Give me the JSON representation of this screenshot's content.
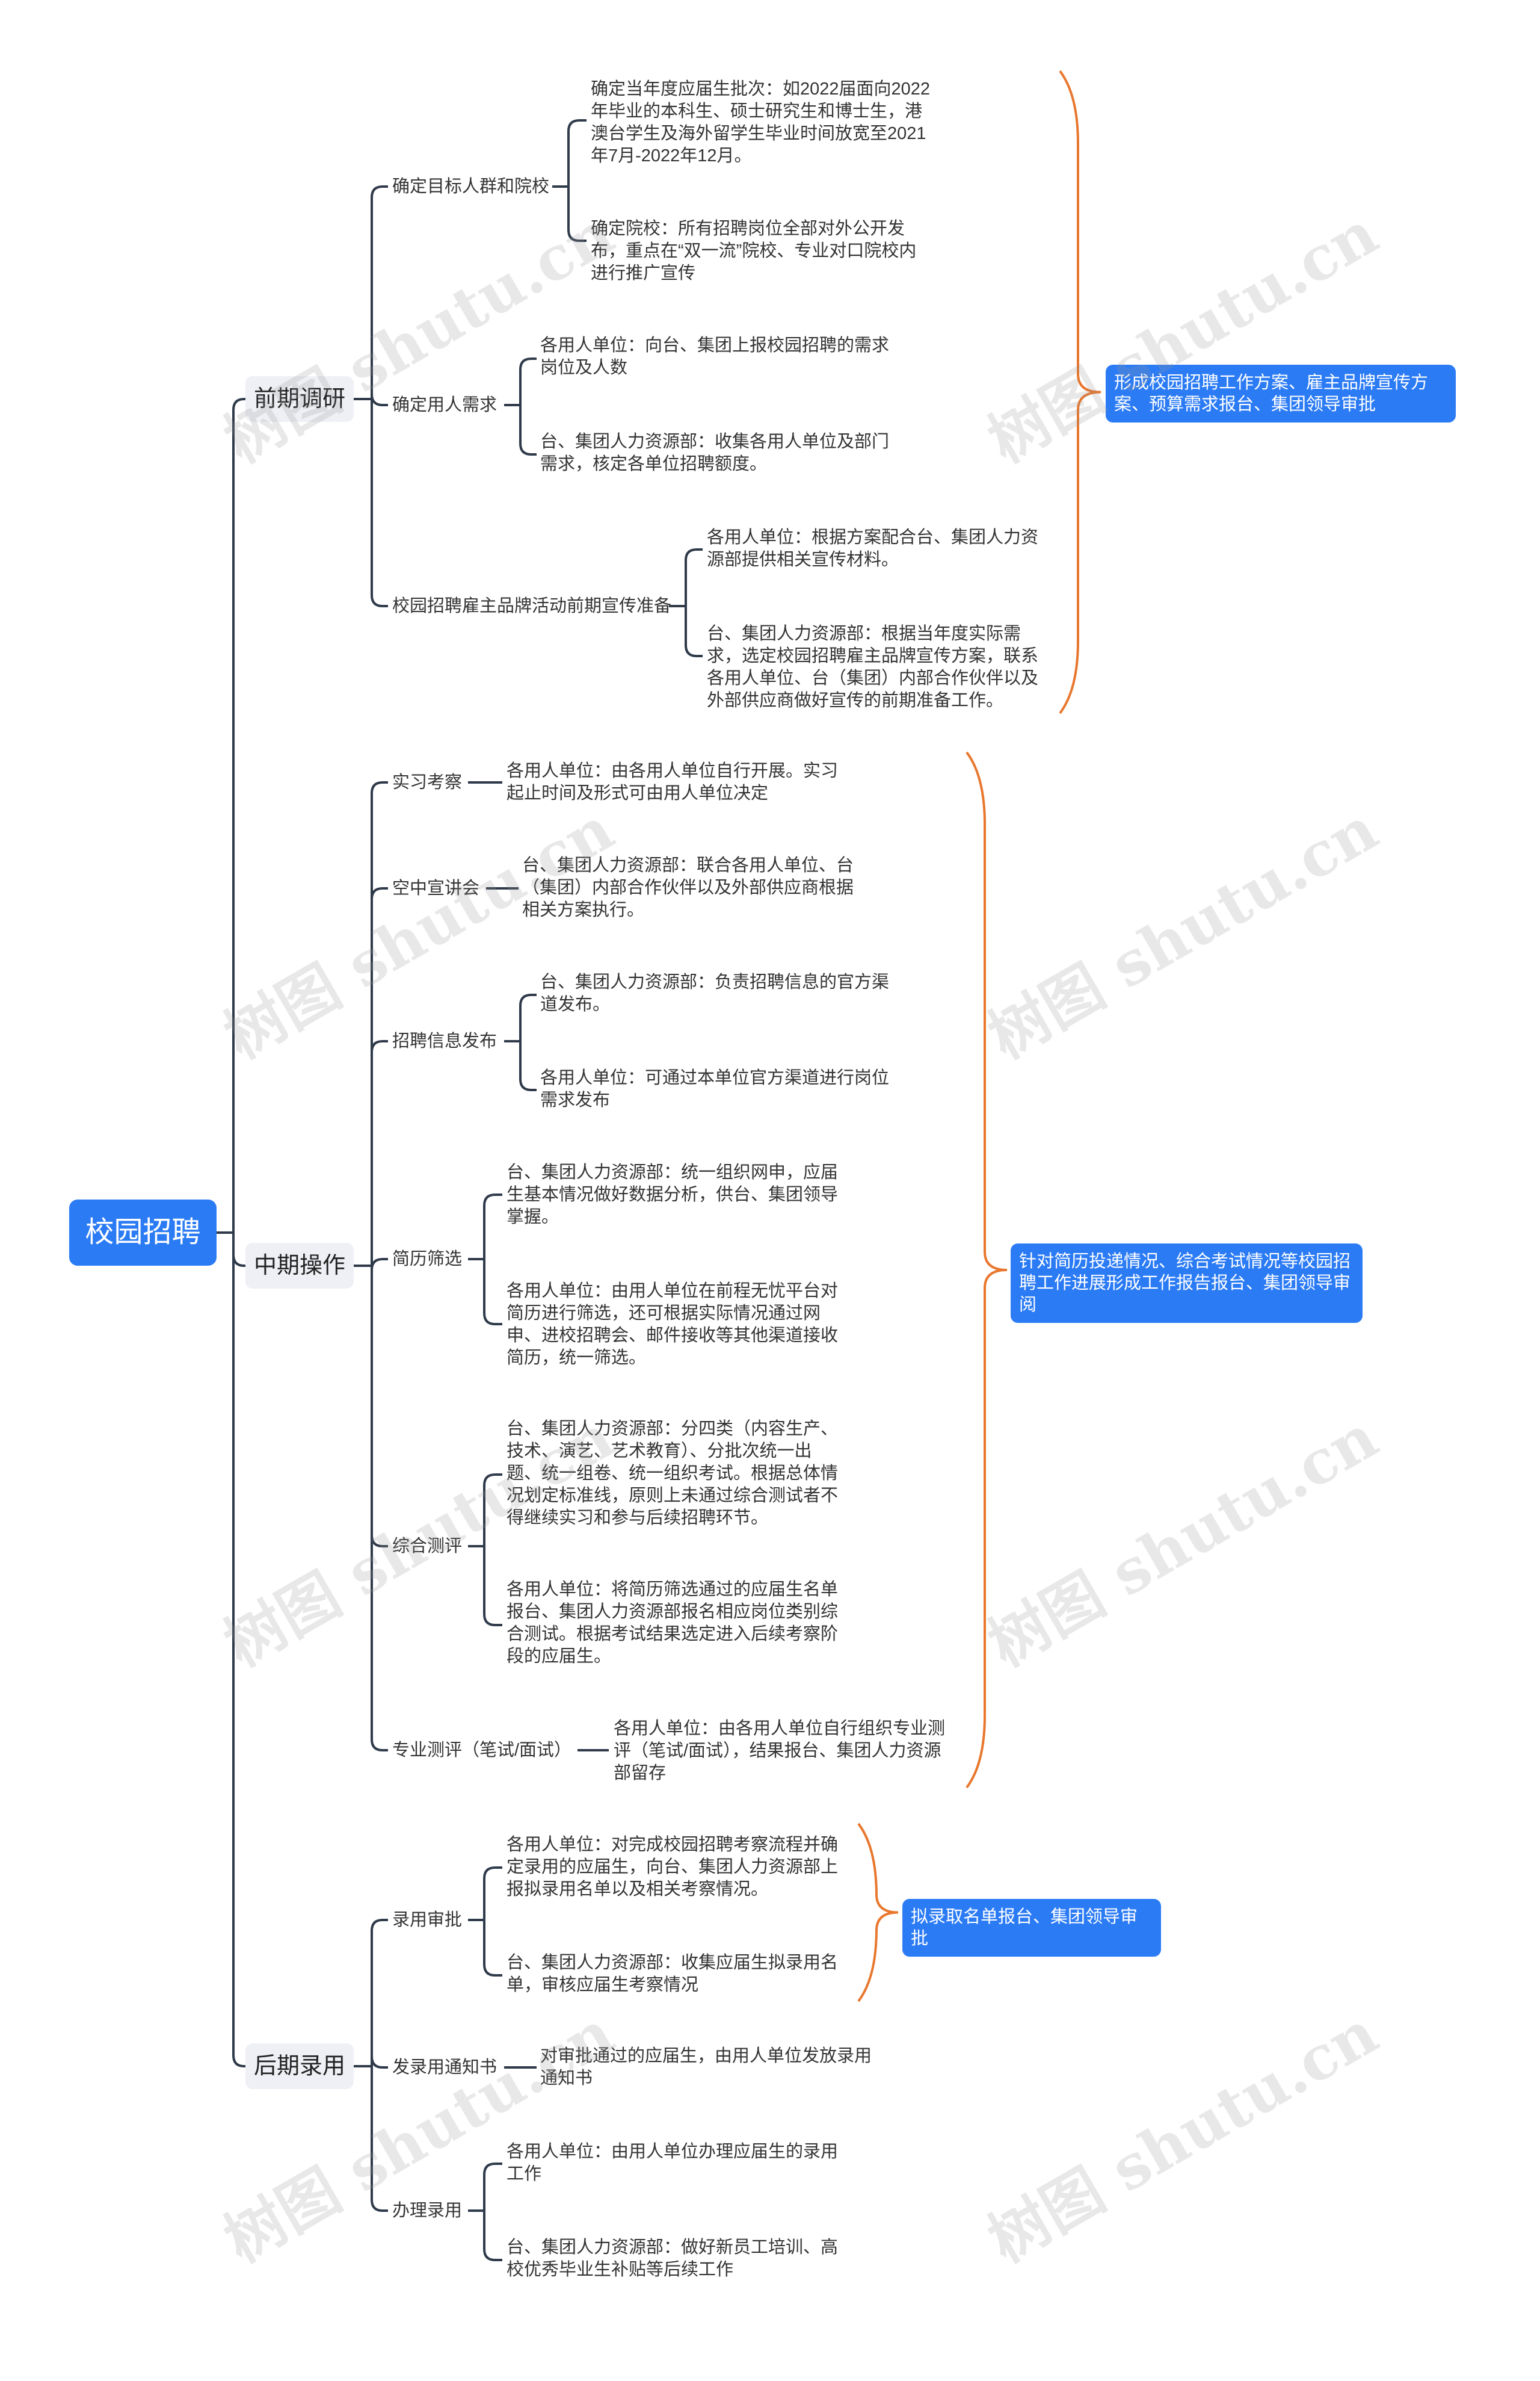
{
  "root": "校园招聘",
  "phases": [
    {
      "label": "前期调研",
      "items": [
        {
          "label": "确定目标人群和院校",
          "leaves": [
            "确定当年度应届生批次：如2022届面向2022年毕业的本科生、硕士研究生和博士生，港澳台学生及海外留学生毕业时间放宽至2021年7月-2022年12月。",
            "确定院校：所有招聘岗位全部对外公开发布，重点在“双一流”院校、专业对口院校内进行推广宣传"
          ]
        },
        {
          "label": "确定用人需求",
          "leaves": [
            "各用人单位：向台、集团上报校园招聘的需求岗位及人数",
            "台、集团人力资源部：收集各用人单位及部门需求，核定各单位招聘额度。"
          ]
        },
        {
          "label": "校园招聘雇主品牌活动前期宣传准备",
          "leaves": [
            "各用人单位：根据方案配合台、集团人力资源部提供相关宣传材料。",
            "台、集团人力资源部：根据当年度实际需求，选定校园招聘雇主品牌宣传方案，联系各用人单位、台（集团）内部合作伙伴以及外部供应商做好宣传的前期准备工作。"
          ]
        }
      ],
      "summary": "形成校园招聘工作方案、雇主品牌宣传方案、预算需求报台、集团领导审批"
    },
    {
      "label": "中期操作",
      "items": [
        {
          "label": "实习考察",
          "leaves": [
            "各用人单位：由各用人单位自行开展。实习起止时间及形式可由用人单位决定"
          ]
        },
        {
          "label": "空中宣讲会",
          "leaves": [
            "台、集团人力资源部：联合各用人单位、台（集团）内部合作伙伴以及外部供应商根据相关方案执行。"
          ]
        },
        {
          "label": "招聘信息发布",
          "leaves": [
            "台、集团人力资源部：负责招聘信息的官方渠道发布。",
            "各用人单位：可通过本单位官方渠道进行岗位需求发布"
          ]
        },
        {
          "label": "简历筛选",
          "leaves": [
            "台、集团人力资源部：统一组织网申，应届生基本情况做好数据分析，供台、集团领导掌握。",
            "各用人单位：由用人单位在前程无忧平台对简历进行筛选，还可根据实际情况通过网申、进校招聘会、邮件接收等其他渠道接收简历，统一筛选。"
          ]
        },
        {
          "label": "综合测评",
          "leaves": [
            "台、集团人力资源部：分四类（内容生产、技术、演艺、艺术教育）、分批次统一出题、统一组卷、统一组织考试。根据总体情况划定标准线，原则上未通过综合测试者不得继续实习和参与后续招聘环节。",
            "各用人单位：将简历筛选通过的应届生名单报台、集团人力资源部报名相应岗位类别综合测试。根据考试结果选定进入后续考察阶段的应届生。"
          ]
        },
        {
          "label": "专业测评（笔试/面试）",
          "leaves": [
            "各用人单位：由各用人单位自行组织专业测评（笔试/面试），结果报台、集团人力资源部留存"
          ]
        }
      ],
      "summary": "针对简历投递情况、综合考试情况等校园招聘工作进展形成工作报告报台、集团领导审阅"
    },
    {
      "label": "后期录用",
      "items": [
        {
          "label": "录用审批",
          "leaves": [
            "各用人单位：对完成校园招聘考察流程并确定录用的应届生，向台、集团人力资源部上报拟录用名单以及相关考察情况。",
            "台、集团人力资源部：收集应届生拟录用名单，审核应届生考察情况"
          ]
        },
        {
          "label": "发录用通知书",
          "leaves": [
            "对审批通过的应届生，由用人单位发放录用通知书"
          ]
        },
        {
          "label": "办理录用",
          "leaves": [
            "各用人单位：由用人单位办理应届生的录用工作",
            "台、集团人力资源部：做好新员工培训、高校优秀毕业生补贴等后续工作"
          ]
        }
      ],
      "summary": "拟录取名单报台、集团领导审批"
    }
  ],
  "watermark": "树图 shutu.cn",
  "colors": {
    "root_bg": "#2b7bf5",
    "phase_bg": "#eef0f5",
    "line": "#2f3a4a",
    "brace": "#e8772e",
    "summary_bg": "#2b7bf5"
  }
}
